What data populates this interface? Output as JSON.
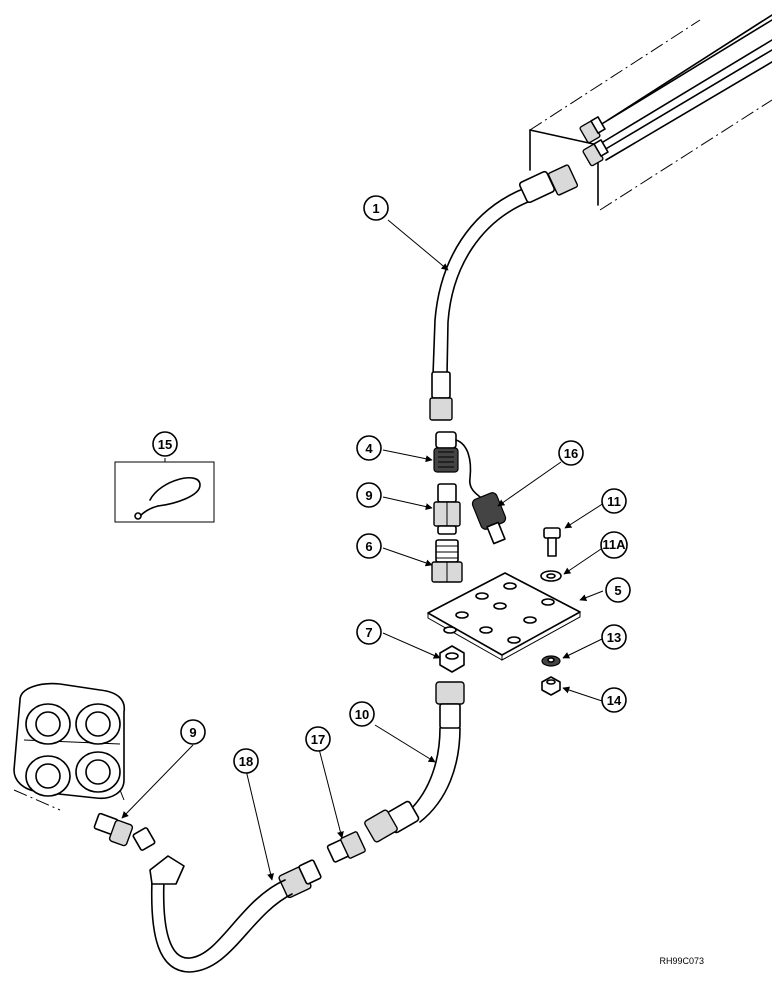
{
  "callouts": {
    "c1": "1",
    "c4": "4",
    "c5": "5",
    "c6": "6",
    "c7": "7",
    "c9a": "9",
    "c9b": "9",
    "c10": "10",
    "c11": "11",
    "c11a": "11A",
    "c13": "13",
    "c14": "14",
    "c15": "15",
    "c16": "16",
    "c17": "17",
    "c18": "18"
  },
  "drawing_code": "RH99C073"
}
